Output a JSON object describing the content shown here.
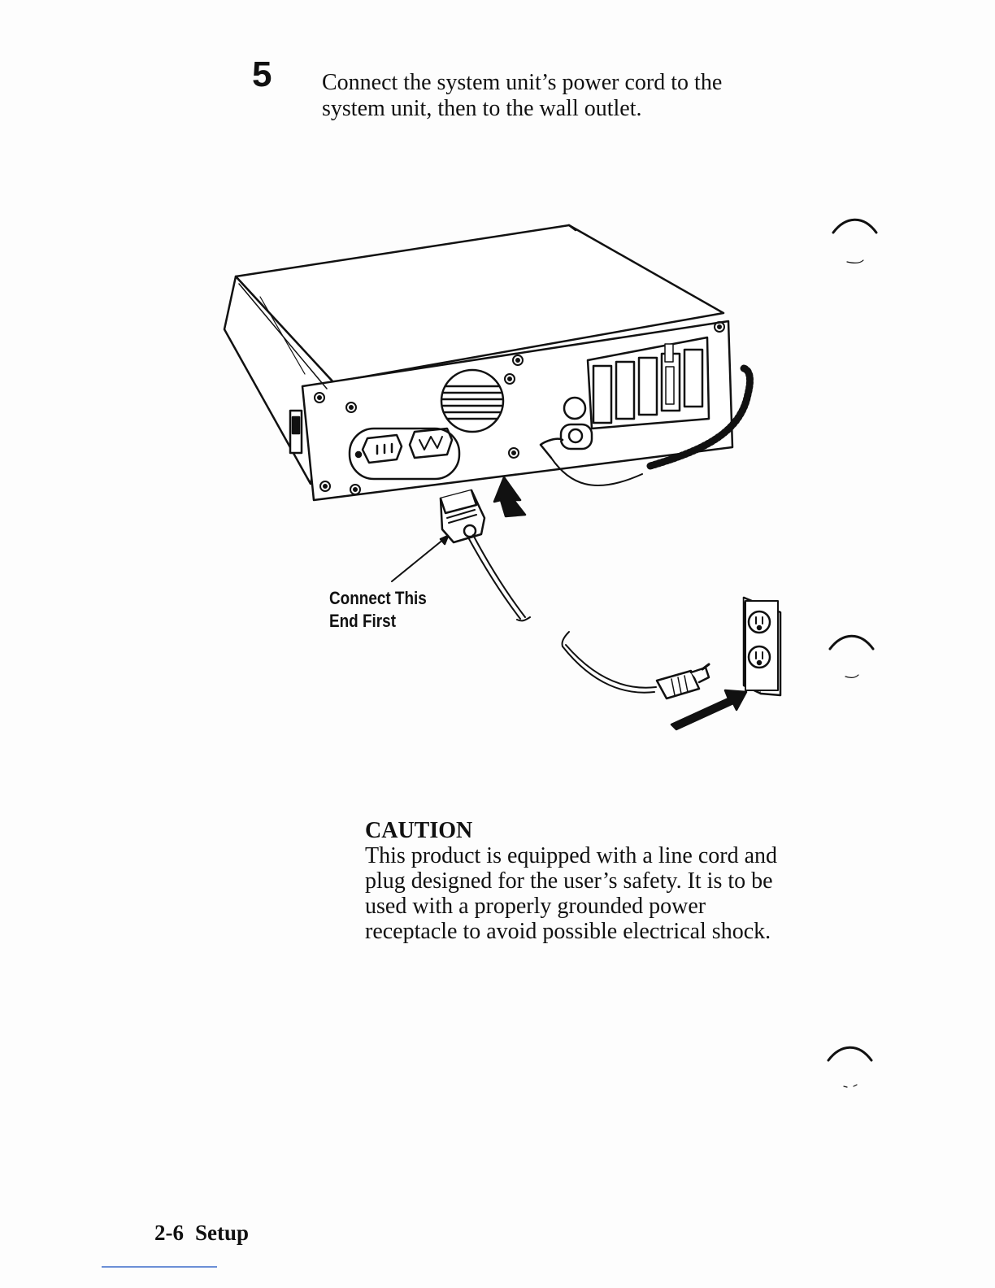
{
  "step": {
    "number": "5",
    "lines": [
      "Connect the system unit’s power cord to the",
      "system unit, then to the wall outlet."
    ]
  },
  "figure": {
    "callout_lines": [
      "Connect This",
      "End First"
    ]
  },
  "caution": {
    "heading": "CAUTION",
    "lines": [
      "This product is equipped with a line cord and",
      "plug designed for the user’s safety.  It is to be",
      "used with a properly grounded power",
      "receptacle to avoid possible electrical shock."
    ]
  },
  "footer": {
    "page_number": "2-6",
    "section": "Setup"
  }
}
